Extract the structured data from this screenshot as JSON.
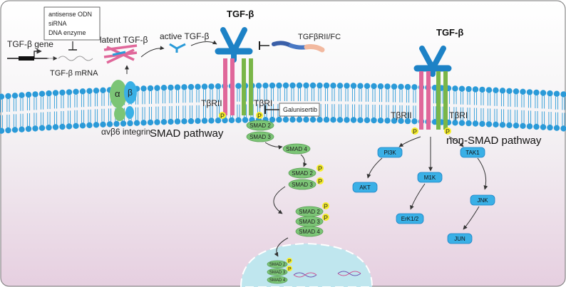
{
  "labels": {
    "tgfb_left": "TGF-β",
    "tgfb_right": "TGF-β",
    "tgfb_gene": "TGF-β gene",
    "tgfb_mrna": "TGF-β mRNA",
    "latent": "latent TGF-β",
    "active": "active TGF-β",
    "fc": "TGFβRII/FC",
    "integrin": "αvβ6  integrin",
    "alpha": "α",
    "beta": "β",
    "tbr2_left": "TβRII",
    "tbr1_left": "TβRI",
    "tbr2_right": "TβRII",
    "tbr1_right": "TβRI",
    "smad_pathway": "SMAD pathway",
    "non_smad_pathway": "non-SMAD pathway",
    "galunisertib": "Galunisertib",
    "p": "P"
  },
  "inhibitor_box": [
    "antisense ODN",
    "siRNA",
    "DNA enzyme"
  ],
  "smads": {
    "smad2": "SMAD 2",
    "smad3": "SMAD 3",
    "smad4": "SMAD 4"
  },
  "kinases": {
    "pi3k": "PI3K",
    "akt": "AKT",
    "m1k": "M1K",
    "erk": "ErK1/2",
    "tak1": "TAK1",
    "jnk": "JNK",
    "jun": "JUN"
  },
  "colors": {
    "membrane": "#2a9ad8",
    "receptor2": "#e0679a",
    "receptor1": "#7ab648",
    "smad_fill": "#7cc576",
    "kinase_fill": "#3ab0e6",
    "phospho": "#f6ee2a",
    "ligand": "#1d82c6",
    "nucleus": "#bfe6ee"
  }
}
